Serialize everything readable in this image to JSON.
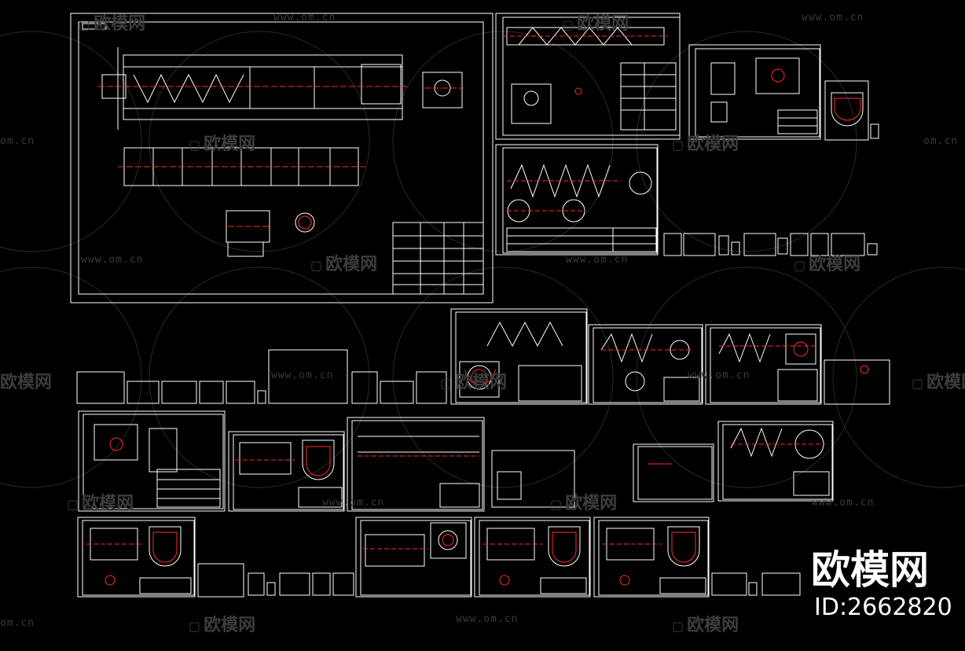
{
  "watermark": {
    "url_text": "www.om.cn",
    "short_text": "om.cn",
    "logo_text": "欧模网"
  },
  "brand": {
    "logo": "欧模网",
    "id_label": "ID:2662820"
  },
  "colors": {
    "background": "#000000",
    "line_white": "#ffffff",
    "line_red": "#ff2a2a",
    "line_yellow": "#ffff66",
    "watermark": "#3a3a3a"
  },
  "icons": {
    "watermark_seat": "sofa-icon"
  }
}
